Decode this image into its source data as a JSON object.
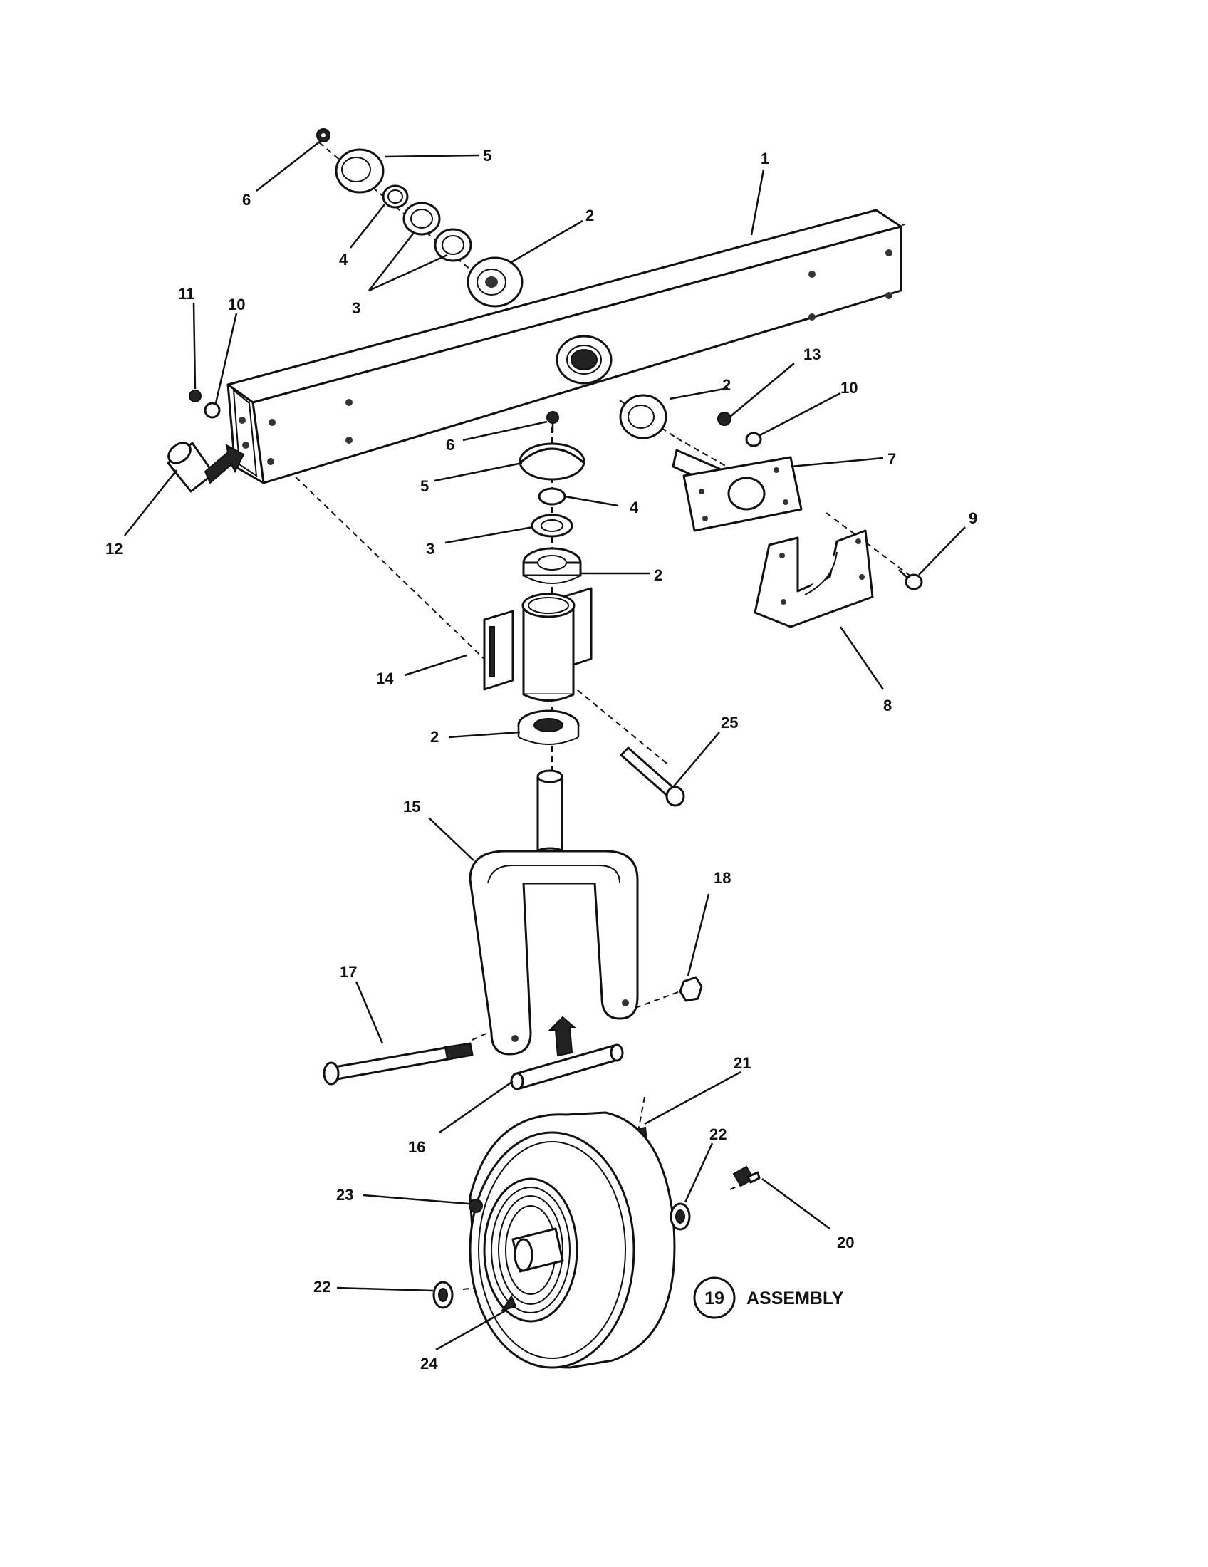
{
  "callouts": [
    {
      "id": "c1",
      "text": "1"
    },
    {
      "id": "c2a",
      "text": "2"
    },
    {
      "id": "c2b",
      "text": "2"
    },
    {
      "id": "c2c",
      "text": "2"
    },
    {
      "id": "c2d",
      "text": "2"
    },
    {
      "id": "c3a",
      "text": "3"
    },
    {
      "id": "c3b",
      "text": "3"
    },
    {
      "id": "c4a",
      "text": "4"
    },
    {
      "id": "c4b",
      "text": "4"
    },
    {
      "id": "c5a",
      "text": "5"
    },
    {
      "id": "c5b",
      "text": "5"
    },
    {
      "id": "c6a",
      "text": "6"
    },
    {
      "id": "c6b",
      "text": "6"
    },
    {
      "id": "c7",
      "text": "7"
    },
    {
      "id": "c8",
      "text": "8"
    },
    {
      "id": "c9",
      "text": "9"
    },
    {
      "id": "c10a",
      "text": "10"
    },
    {
      "id": "c10b",
      "text": "10"
    },
    {
      "id": "c11",
      "text": "11"
    },
    {
      "id": "c12",
      "text": "12"
    },
    {
      "id": "c13",
      "text": "13"
    },
    {
      "id": "c14",
      "text": "14"
    },
    {
      "id": "c15",
      "text": "15"
    },
    {
      "id": "c16",
      "text": "16"
    },
    {
      "id": "c17",
      "text": "17"
    },
    {
      "id": "c18",
      "text": "18"
    },
    {
      "id": "c20",
      "text": "20"
    },
    {
      "id": "c21",
      "text": "21"
    },
    {
      "id": "c22a",
      "text": "22"
    },
    {
      "id": "c22b",
      "text": "22"
    },
    {
      "id": "c23",
      "text": "23"
    },
    {
      "id": "c24",
      "text": "24"
    },
    {
      "id": "c25",
      "text": "25"
    }
  ],
  "assembly": {
    "number": "19",
    "label": "ASSEMBLY"
  }
}
